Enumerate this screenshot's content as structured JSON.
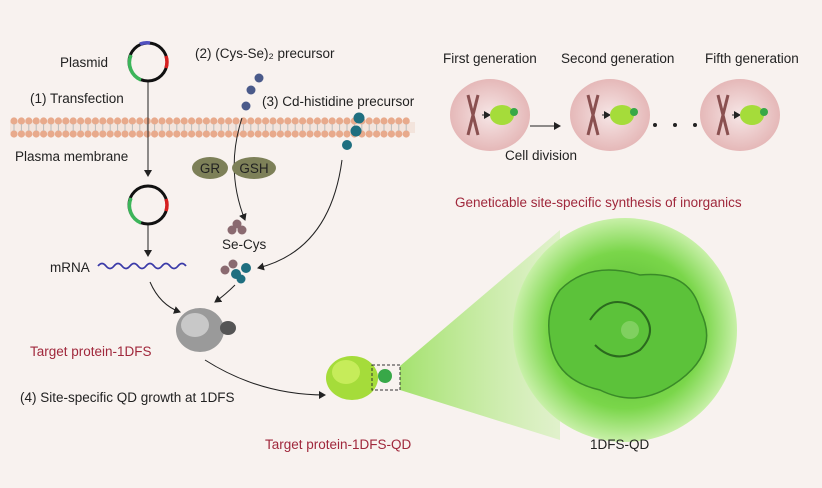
{
  "labels": {
    "plasmid": "Plasmid",
    "transfection": "(1) Transfection",
    "plasma_membrane": "Plasma membrane",
    "cys_se_precursor": "(2) (Cys-Se)₂  precursor",
    "cd_histidine_precursor": "(3) Cd-histidine precursor",
    "gr": "GR",
    "gsh": "GSH",
    "se_cys": "Se-Cys",
    "mrna": "mRNA",
    "target_protein": "Target protein-1DFS",
    "site_specific_growth": "(4) Site-specific QD growth at 1DFS",
    "target_protein_qd": "Target protein-1DFS-QD",
    "dfs_qd": "1DFS-QD",
    "first_generation": "First generation",
    "second_generation": "Second generation",
    "fifth_generation": "Fifth generation",
    "cell_division": "Cell division",
    "caption": "Geneticable site-specific  synthesis of inorganics"
  },
  "colors": {
    "background": "#f8f2ef",
    "accent_red": "#a0283c",
    "protein_green": "#8fd43a",
    "membrane": "#e8aa8c",
    "cell": "#ecc6c6"
  }
}
